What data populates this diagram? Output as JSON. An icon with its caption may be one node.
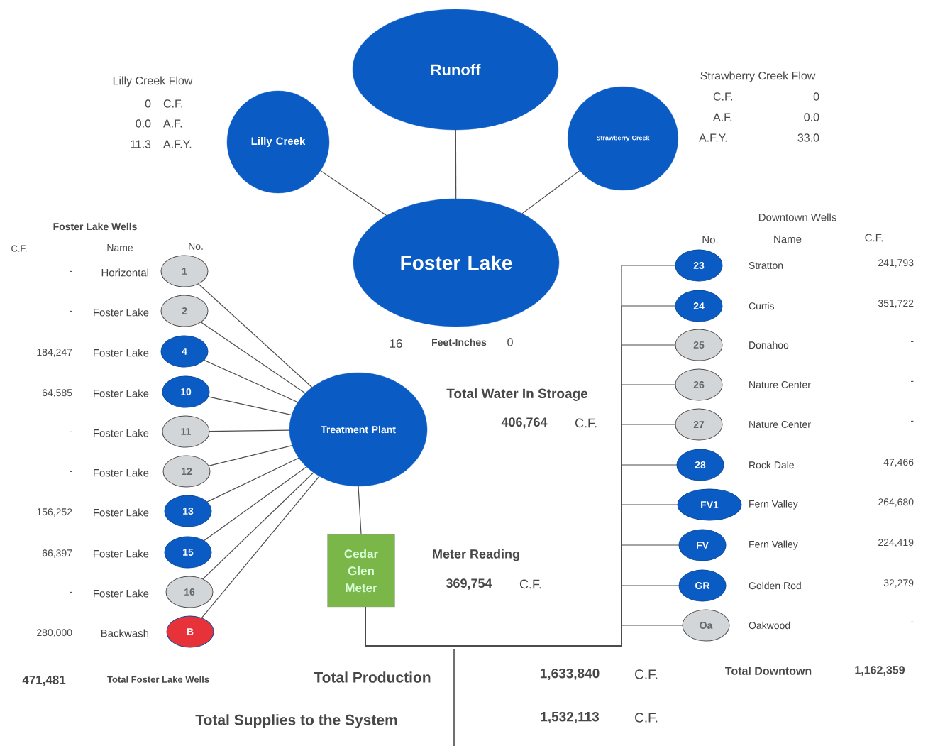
{
  "diagram": {
    "nodes": [
      {
        "text": [
          "Runoff"
        ]
      },
      {
        "text": [
          "Lilly Creek"
        ]
      },
      {
        "text": [
          "Strawberry Creek"
        ]
      },
      {
        "text": [
          "Foster Lake"
        ]
      },
      {
        "text": [
          "Treatment Plant"
        ]
      },
      {
        "text": [
          "Cedar Glen Meter"
        ]
      },
      {
        "text": [
          "1"
        ],
        "beside": [
          "-",
          "Horizontal"
        ]
      },
      {
        "text": [
          "2"
        ],
        "beside": [
          "-",
          "Foster Lake"
        ]
      },
      {
        "text": [
          "4"
        ],
        "beside": [
          "184,247",
          "Foster Lake"
        ]
      },
      {
        "text": [
          "10"
        ],
        "beside": [
          "64,585",
          "Foster Lake"
        ]
      },
      {
        "text": [
          "11"
        ],
        "beside": [
          "-",
          "Foster Lake"
        ]
      },
      {
        "text": [
          "12"
        ],
        "beside": [
          "-",
          "Foster Lake"
        ]
      },
      {
        "text": [
          "13"
        ],
        "beside": [
          "156,252",
          "Foster Lake"
        ]
      },
      {
        "text": [
          "15"
        ],
        "beside": [
          "66,397",
          "Foster Lake"
        ]
      },
      {
        "text": [
          "16"
        ],
        "beside": [
          "-",
          "Foster Lake"
        ]
      },
      {
        "text": [
          "B"
        ],
        "beside": [
          "280,000",
          "Backwash"
        ]
      },
      {
        "text": [
          "23"
        ],
        "beside": [
          "Stratton"
        ]
      },
      {
        "text": [
          "24"
        ],
        "beside": [
          "Curtis"
        ]
      },
      {
        "text": [
          "25"
        ],
        "beside": [
          "Donahoo"
        ]
      },
      {
        "text": [
          "26"
        ],
        "beside": [
          "Nature Center"
        ]
      },
      {
        "text": [
          "27"
        ],
        "beside": [
          "Nature Center"
        ]
      },
      {
        "text": [
          "28"
        ],
        "beside": [
          "Rock Dale"
        ]
      },
      {
        "text": [
          "FV1"
        ],
        "beside": [
          "Fern Valley"
        ]
      },
      {
        "text": [
          "FV"
        ],
        "beside": [
          "Fern Valley"
        ]
      },
      {
        "text": [
          "GR"
        ],
        "beside": [
          "Golden Rod"
        ]
      },
      {
        "text": [
          "Oa"
        ],
        "beside": [
          "Oakwood"
        ]
      }
    ],
    "edges": [
      {
        "from": 0,
        "to": 3,
        "arrow": "none"
      },
      {
        "from": 1,
        "to": 3,
        "arrow": "none"
      },
      {
        "from": 2,
        "to": 3,
        "arrow": "none"
      },
      {
        "from": 6,
        "to": 4,
        "arrow": "none"
      },
      {
        "from": 7,
        "to": 4,
        "arrow": "none"
      },
      {
        "from": 8,
        "to": 4,
        "arrow": "none"
      },
      {
        "from": 9,
        "to": 4,
        "arrow": "none"
      },
      {
        "from": 10,
        "to": 4,
        "arrow": "none"
      },
      {
        "from": 11,
        "to": 4,
        "arrow": "none"
      },
      {
        "from": 12,
        "to": 4,
        "arrow": "none"
      },
      {
        "from": 13,
        "to": 4,
        "arrow": "none"
      },
      {
        "from": 14,
        "to": 4,
        "arrow": "none"
      },
      {
        "from": 15,
        "to": 4,
        "arrow": "none"
      },
      {
        "from": 4,
        "to": 5,
        "arrow": "none"
      },
      {
        "from": 16,
        "to": 5,
        "arrow": "none"
      },
      {
        "from": 17,
        "to": 5,
        "arrow": "none"
      },
      {
        "from": 18,
        "to": 5,
        "arrow": "none"
      },
      {
        "from": 19,
        "to": 5,
        "arrow": "none"
      },
      {
        "from": 20,
        "to": 5,
        "arrow": "none"
      },
      {
        "from": 21,
        "to": 5,
        "arrow": "none"
      },
      {
        "from": 22,
        "to": 5,
        "arrow": "none"
      },
      {
        "from": 23,
        "to": 5,
        "arrow": "none"
      },
      {
        "from": 24,
        "to": 5,
        "arrow": "none"
      },
      {
        "from": 25,
        "to": 5,
        "arrow": "none"
      }
    ],
    "labels": [
      "Lilly Creek Flow",
      "0",
      "C.F.",
      "0.0",
      "A.F.",
      "11.3",
      "A.F.Y.",
      "Strawberry Creek Flow",
      "C.F.",
      "0",
      "A.F.",
      "0.0",
      "A.F.Y.",
      "33.0",
      "Foster Lake Wells",
      "C.F.",
      "Name",
      "No.",
      "Downtown Wells",
      "No.",
      "Name",
      "C.F.",
      "16",
      "Feet-Inches",
      "0",
      "Total Water In Stroage",
      "406,764",
      "C.F.",
      "Meter Reading",
      "369,754",
      "C.F.",
      "471,481",
      "Total Foster Lake Wells",
      "Total Production",
      "1,633,840",
      "C.F.",
      "Total Downtown",
      "1,162,359",
      "Total Supplies to the System",
      "1,532,113",
      "C.F.",
      "241,793",
      "351,722",
      "-",
      "-",
      "-",
      "47,466",
      "264,680",
      "224,419",
      "32,279",
      "-"
    ]
  }
}
